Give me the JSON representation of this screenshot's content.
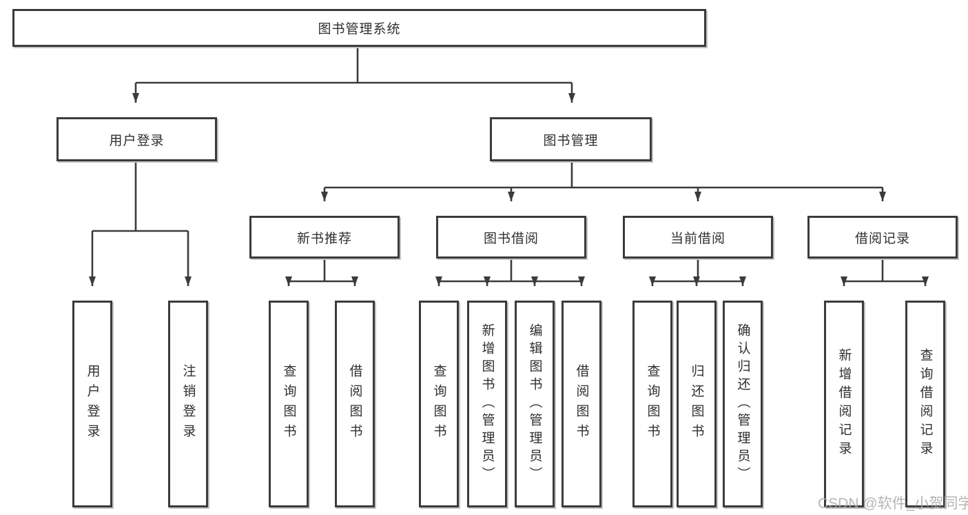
{
  "diagram": {
    "root": {
      "label": "图书管理系统"
    },
    "branches": [
      {
        "label": "用户登录",
        "children": [
          {
            "label": "用户登录"
          },
          {
            "label": "注销登录"
          }
        ]
      },
      {
        "label": "图书管理",
        "children": [
          {
            "label": "新书推荐",
            "children": [
              {
                "label": "查询图书"
              },
              {
                "label": "借阅图书"
              }
            ]
          },
          {
            "label": "图书借阅",
            "children": [
              {
                "label": "查询图书"
              },
              {
                "label": "新增图书（管理员）"
              },
              {
                "label": "编辑图书（管理员）"
              },
              {
                "label": "借阅图书"
              }
            ]
          },
          {
            "label": "当前借阅",
            "children": [
              {
                "label": "查询图书"
              },
              {
                "label": "归还图书"
              },
              {
                "label": "确认归还（管理员）"
              }
            ]
          },
          {
            "label": "借阅记录",
            "children": [
              {
                "label": "新增借阅记录"
              },
              {
                "label": "查询借阅记录"
              }
            ]
          }
        ]
      }
    ]
  },
  "colors": {
    "line": "#3b3b3b",
    "border": "#3b3b3b",
    "text": "#2f2f2f",
    "watermark": "#a9a9a9"
  },
  "watermark": "CSDN @软件_小贺同学"
}
